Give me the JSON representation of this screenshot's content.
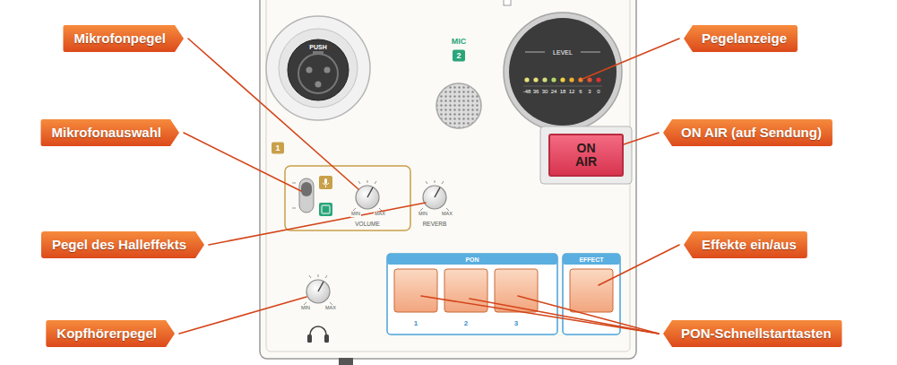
{
  "diagram": {
    "nodes": [
      {
        "text": [
          "Mikrofonpegel"
        ]
      },
      {
        "text": [
          "Pegelanzeige"
        ]
      },
      {
        "text": [
          "Mikrofonauswahl"
        ]
      },
      {
        "text": [
          "ON AIR (auf Sendung)"
        ]
      },
      {
        "text": [
          "Pegel des Halleffekts"
        ]
      },
      {
        "text": [
          "Effekte ein/aus"
        ]
      },
      {
        "text": [
          "Kopfhörerpegel"
        ]
      },
      {
        "text": [
          "PON-Schnellstarttasten"
        ]
      },
      {
        "text": [
          "ON AIR"
        ]
      }
    ],
    "labels": [
      "PUSH",
      "MIC",
      "2",
      "1",
      "LEVEL",
      "-48",
      "36",
      "30",
      "24",
      "18",
      "12",
      "6",
      "3",
      "0",
      "MIN",
      "MAX",
      "VOLUME",
      "MIN",
      "MAX",
      "REVERB",
      "MIN",
      "MAX",
      "PON",
      "1",
      "2",
      "3",
      "EFFECT"
    ]
  }
}
